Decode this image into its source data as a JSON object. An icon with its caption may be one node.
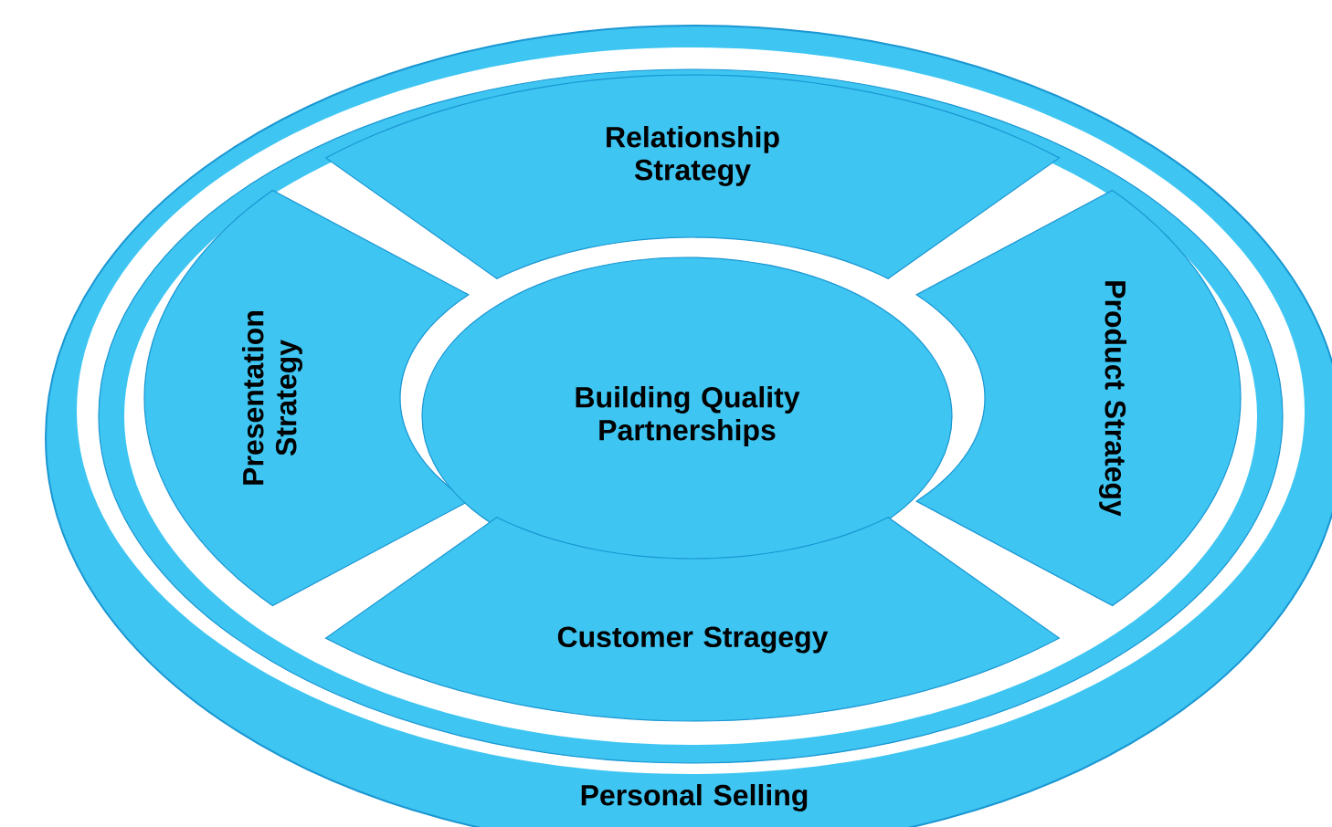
{
  "diagram": {
    "nodes": [
      {
        "text": [
          "Personal Selling"
        ]
      },
      {
        "text": [
          "Relationship Strategy"
        ],
        "in": 0
      },
      {
        "text": [
          "Presentation Strategy"
        ],
        "in": 0
      },
      {
        "text": [
          "Product Strategy"
        ],
        "in": 0
      },
      {
        "text": [
          "Building Quality Partnerships"
        ],
        "in": 0
      },
      {
        "text": [
          "Customer Stragegy"
        ],
        "in": 0
      }
    ]
  }
}
